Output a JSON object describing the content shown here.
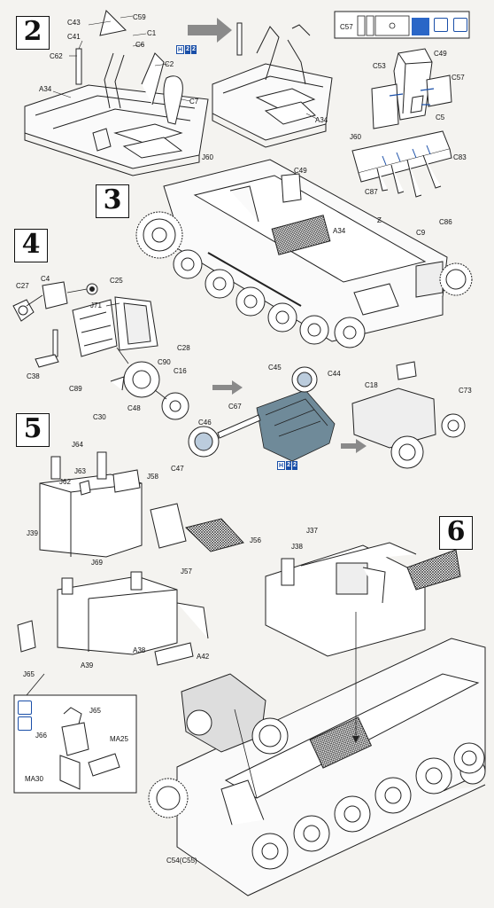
{
  "steps": {
    "s2": "2",
    "s3": "3",
    "s4": "4",
    "s5": "5",
    "s6": "6"
  },
  "badges": {
    "b1": {
      "h": "H",
      "n1": "2",
      "n2": "2"
    },
    "b2": {
      "h": "H",
      "n1": "2",
      "n2": "2"
    }
  },
  "labels": {
    "c43": "C43",
    "c59": "C59",
    "c41": "C41",
    "c1": "C1",
    "c6": "C6",
    "c62": "C62",
    "c2": "C2",
    "c7": "C7",
    "a34a": "A34",
    "a34b": "A34",
    "c57a": "C57",
    "c53": "C53",
    "c49a": "C49",
    "c57b": "C57",
    "c5": "C5",
    "j60a": "J60",
    "c83": "C83",
    "c87": "C87",
    "c9": "C9",
    "c86": "C86",
    "j60b": "J60",
    "c49b": "C49",
    "z": "Z",
    "a34c": "A34",
    "c27": "C27",
    "c4": "C4",
    "c25": "C25",
    "j71": "J71",
    "c28": "C28",
    "c38": "C38",
    "c89": "C89",
    "c90": "C90",
    "c16": "C16",
    "c30": "C30",
    "c48": "C48",
    "c45": "C45",
    "c44": "C44",
    "c46": "C46",
    "c67": "C67",
    "c47": "C47",
    "c18": "C18",
    "c73": "C73",
    "j64": "J64",
    "j63": "J63",
    "j62": "J62",
    "j58": "J58",
    "j39": "J39",
    "j69": "J69",
    "j56": "J56",
    "j57": "J57",
    "a38": "A38",
    "a39": "A39",
    "a42": "A42",
    "j65a": "J65",
    "j65b": "J65",
    "j66": "J66",
    "ma25": "MA25",
    "ma30": "MA30",
    "j37": "J37",
    "j38": "J38",
    "c54": "C54(C55)"
  },
  "colors": {
    "accent": "#1a4fa8",
    "ink": "#111111",
    "paper": "#f4f3f0",
    "arrow": "#888888"
  }
}
